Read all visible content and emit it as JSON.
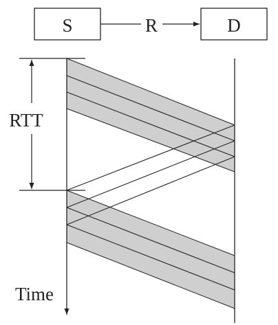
{
  "nodes": {
    "source": "S",
    "router": "R",
    "destination": "D"
  },
  "labels": {
    "rtt": "RTT",
    "time": "Time"
  },
  "colors": {
    "band_fill": "#cfcfcf",
    "line": "#222222",
    "background": "#ffffff"
  }
}
